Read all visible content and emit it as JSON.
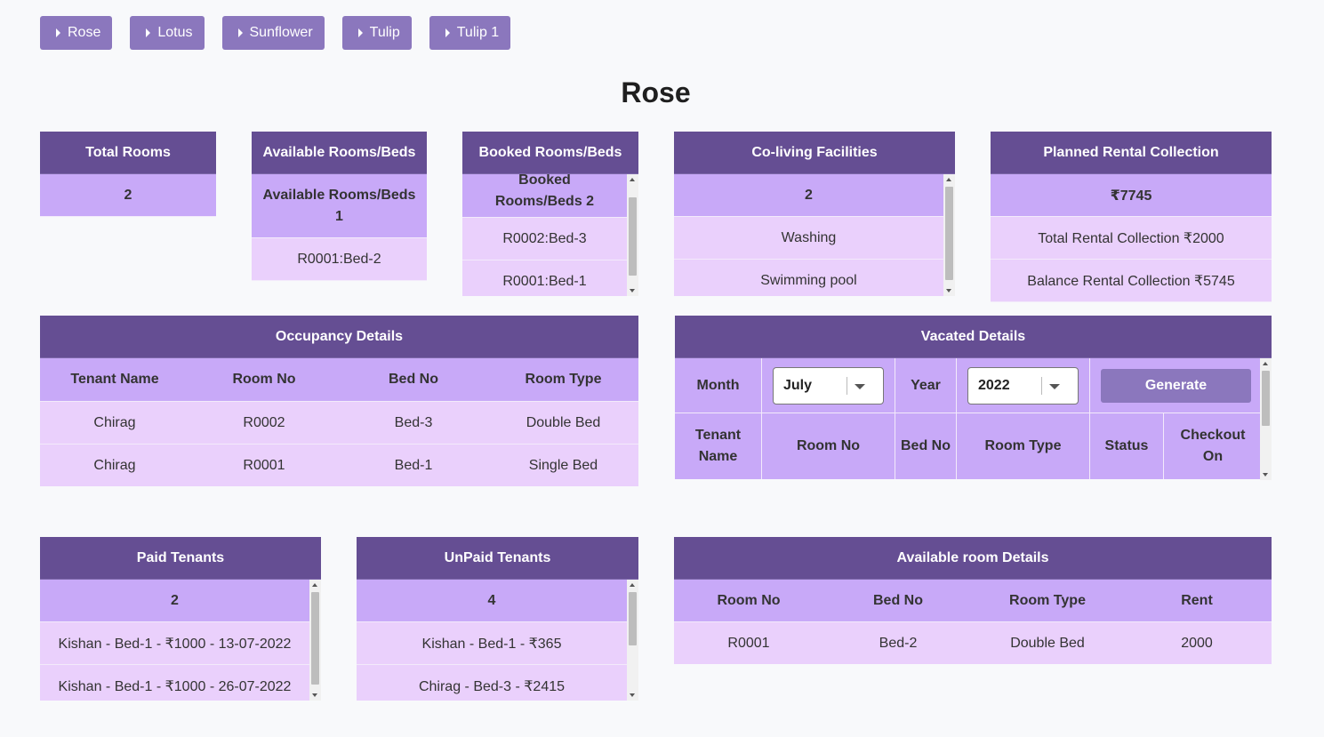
{
  "tabs": [
    "Rose",
    "Lotus",
    "Sunflower",
    "Tulip",
    "Tulip 1"
  ],
  "page_title": "Rose",
  "total_rooms": {
    "title": "Total Rooms",
    "value": "2"
  },
  "available": {
    "title": "Available Rooms/Beds",
    "value": "Available Rooms/Beds 1",
    "items": [
      "R0001:Bed-2"
    ]
  },
  "booked": {
    "title": "Booked Rooms/Beds",
    "value": "Booked Rooms/Beds 2",
    "items": [
      "R0002:Bed-3",
      "R0001:Bed-1"
    ]
  },
  "facilities": {
    "title": "Co-living Facilities",
    "value": "2",
    "items": [
      "Washing",
      "Swimming pool"
    ]
  },
  "rental": {
    "title": "Planned Rental Collection",
    "value": "₹7745",
    "total": "Total Rental Collection ₹2000",
    "balance": "Balance Rental Collection ₹5745"
  },
  "occupancy": {
    "title": "Occupancy Details",
    "headers": [
      "Tenant Name",
      "Room No",
      "Bed No",
      "Room Type"
    ],
    "rows": [
      [
        "Chirag",
        "R0002",
        "Bed-3",
        "Double Bed"
      ],
      [
        "Chirag",
        "R0001",
        "Bed-1",
        "Single Bed"
      ]
    ]
  },
  "vacated": {
    "title": "Vacated Details",
    "month_label": "Month",
    "month_value": "July",
    "year_label": "Year",
    "year_value": "2022",
    "generate_label": "Generate",
    "headers": [
      "Tenant Name",
      "Room No",
      "Bed No",
      "Room Type",
      "Status",
      "Checkout On"
    ]
  },
  "paid": {
    "title": "Paid Tenants",
    "value": "2",
    "items": [
      "Kishan - Bed-1 - ₹1000 - 13-07-2022",
      "Kishan - Bed-1 - ₹1000 - 26-07-2022"
    ]
  },
  "unpaid": {
    "title": "UnPaid Tenants",
    "value": "4",
    "items": [
      "Kishan - Bed-1 - ₹365",
      "Chirag - Bed-3 - ₹2415"
    ]
  },
  "available_details": {
    "title": "Available room Details",
    "headers": [
      "Room No",
      "Bed No",
      "Room Type",
      "Rent"
    ],
    "rows": [
      [
        "R0001",
        "Bed-2",
        "Double Bed",
        "2000"
      ]
    ]
  }
}
